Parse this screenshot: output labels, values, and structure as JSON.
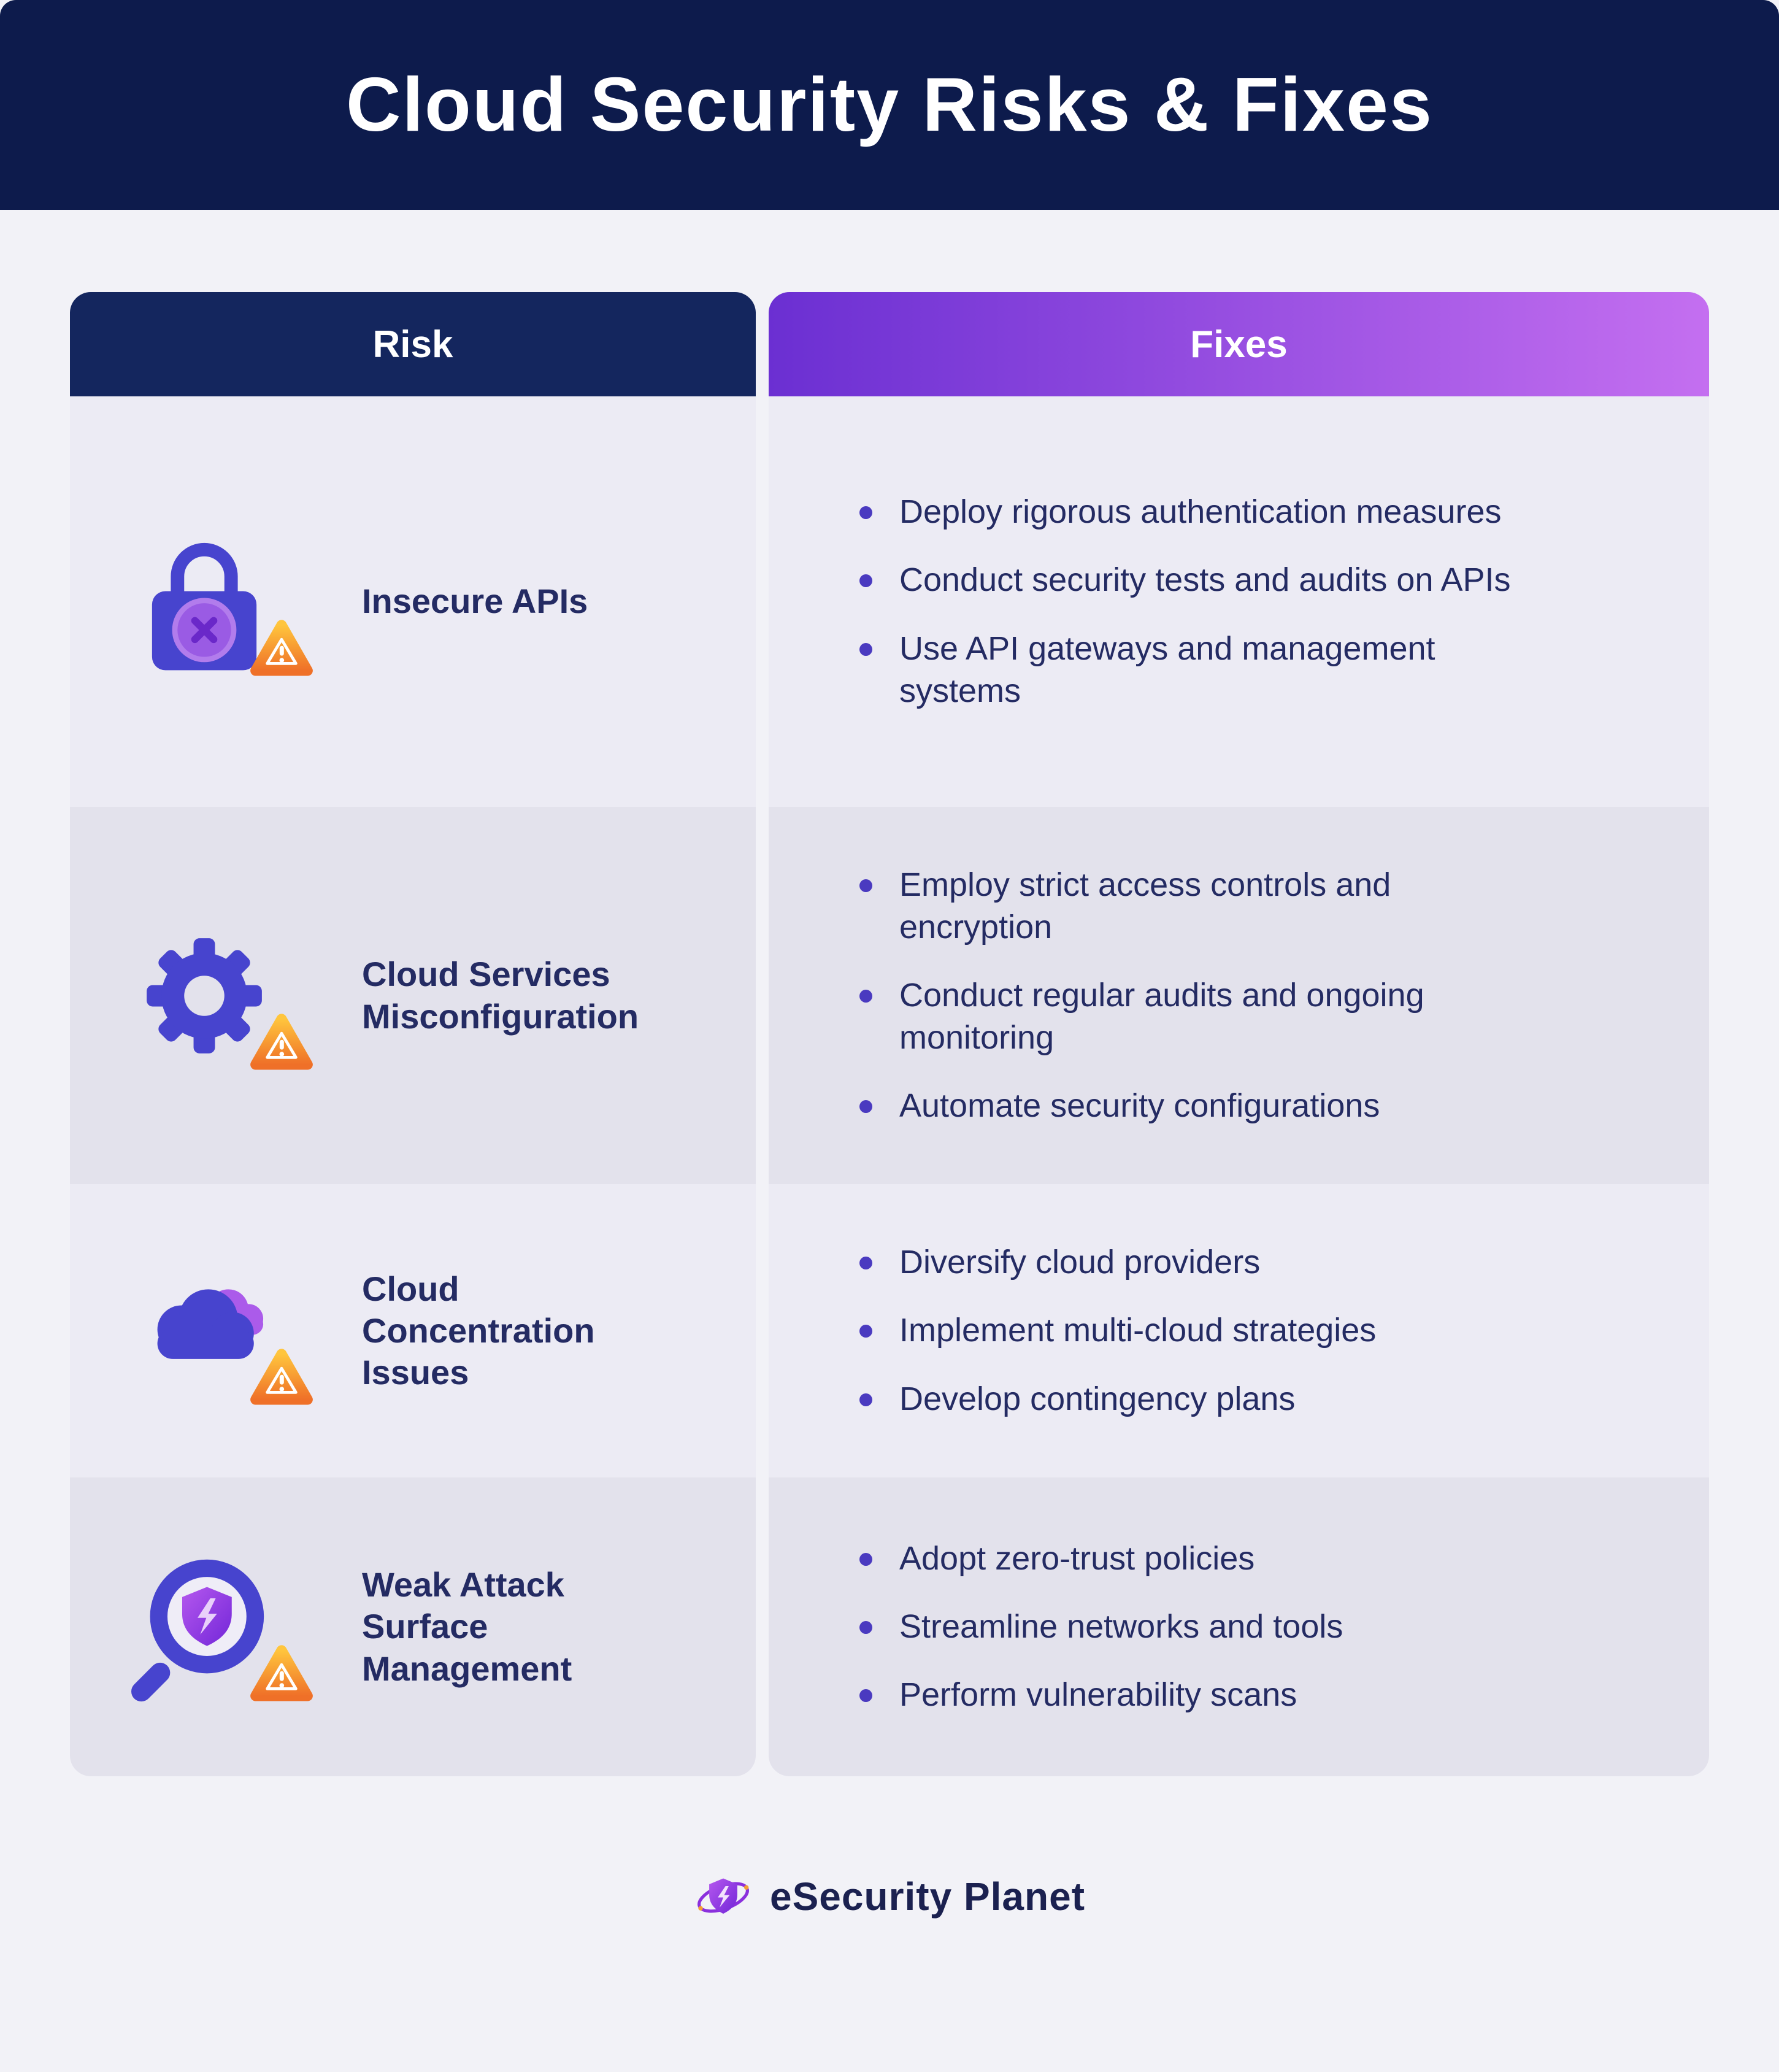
{
  "page": {
    "title": "Cloud Security Risks & Fixes"
  },
  "table": {
    "headers": {
      "risk": "Risk",
      "fixes": "Fixes"
    },
    "rows": [
      {
        "icon": "insecure-api-lock-icon",
        "risk": "Insecure APIs",
        "fixes": [
          "Deploy rigorous authentication measures",
          "Conduct security tests and audits on APIs",
          "Use API gateways and management systems"
        ]
      },
      {
        "icon": "misconfiguration-gear-icon",
        "risk": "Cloud Services Misconfiguration",
        "fixes": [
          "Employ strict access controls and encryption",
          "Conduct regular audits and ongoing monitoring",
          "Automate security configurations"
        ]
      },
      {
        "icon": "cloud-concentration-icon",
        "risk": "Cloud Concentration Issues",
        "fixes": [
          "Diversify cloud providers",
          "Implement multi-cloud strategies",
          "Develop contingency plans"
        ]
      },
      {
        "icon": "attack-surface-magnifier-icon",
        "risk": "Weak Attack Surface Management",
        "fixes": [
          "Adopt zero-trust policies",
          "Streamline networks and tools",
          "Perform vulnerability scans"
        ]
      }
    ]
  },
  "footer": {
    "brand": "eSecurity Planet"
  },
  "colors": {
    "page_bg": "#F2F2F7",
    "header_bg": "#0D1B4C",
    "risk_header_bg": "#14265E",
    "fixes_grad_1": "#6B2FD2",
    "fixes_grad_2": "#C46FF0",
    "row_light": "#ECEBF4",
    "row_dark": "#E3E2EC",
    "text_dark": "#242B63",
    "bullet": "#4A3AC0",
    "icon_indigo": "#4744CE",
    "icon_purple": "#A95CE8",
    "warning_orange_top": "#FFC53D",
    "warning_orange_bottom": "#EF7028",
    "brand_text": "#1B2150"
  }
}
